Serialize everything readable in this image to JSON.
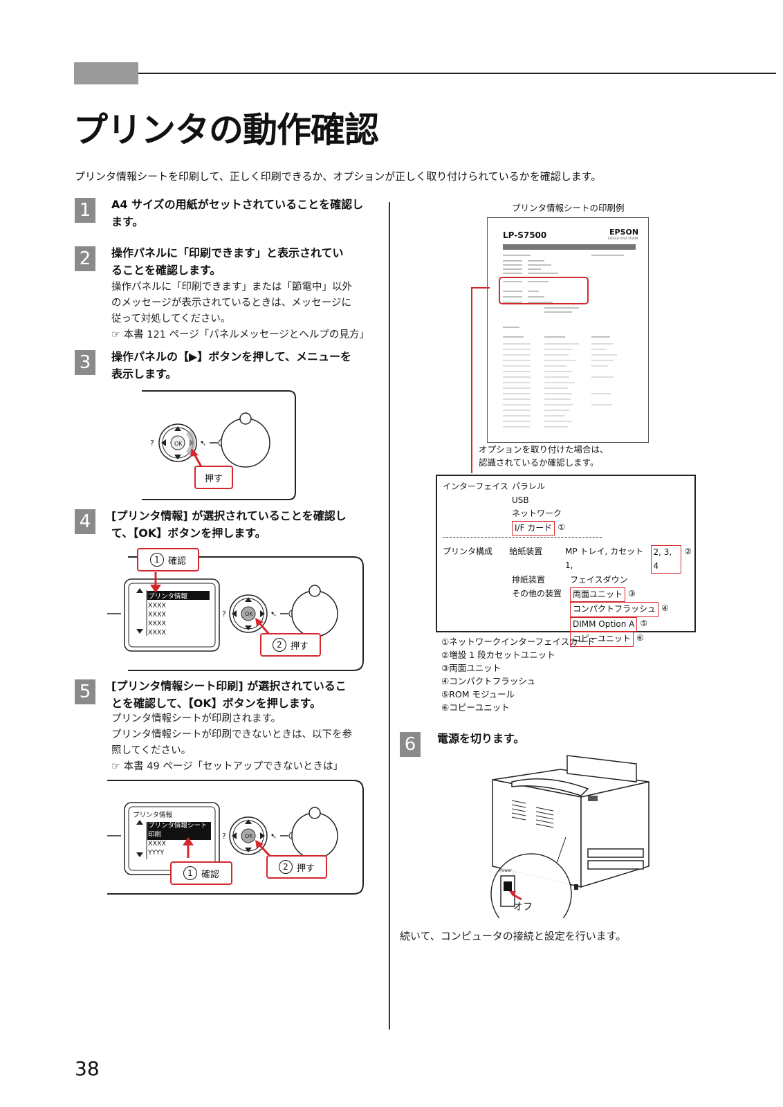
{
  "page": {
    "title": "プリンタの動作確認",
    "intro": "プリンタ情報シートを印刷して、正しく印刷できるか、オプションが正しく取り付けられているかを確認します。",
    "page_number": "38"
  },
  "steps": [
    {
      "num": "1",
      "heading": [
        "A4 サイズの用紙がセットされていることを確認し",
        "ます。"
      ]
    },
    {
      "num": "2",
      "heading": [
        "操作パネルに「印刷できます」と表示されてい",
        "ることを確認します。"
      ],
      "body": [
        "操作パネルに「印刷できます」または「節電中」以外",
        "のメッセージが表示されているときは、メッセージに",
        "従って対処してください。"
      ],
      "ref": "本書 121 ページ「パネルメッセージとヘルプの見方」"
    },
    {
      "num": "3",
      "heading": [
        "操作パネルの【▶】ボタンを押して、メニューを",
        "表示します。"
      ]
    },
    {
      "num": "4",
      "heading": [
        "[プリンタ情報] が選択されていることを確認し",
        "て、【OK】ボタンを押します。"
      ]
    },
    {
      "num": "5",
      "heading": [
        "[プリンタ情報シート印刷] が選択されているこ",
        "とを確認して、【OK】ボタンを押します。"
      ],
      "body": [
        "プリンタ情報シートが印刷されます。",
        "プリンタ情報シートが印刷できないときは、以下を参",
        "照してください。"
      ],
      "ref": "本書 49 ページ「セットアップできないときは」"
    },
    {
      "num": "6",
      "heading": [
        "電源を切ります。"
      ]
    }
  ],
  "figures": {
    "step3": {
      "press": "押す",
      "ok": "OK",
      "q": "?"
    },
    "step4": {
      "confirm": "確認",
      "press": "押す",
      "confirm_num": "1",
      "press_num": "2",
      "lcd": [
        "プリンタ情報",
        "XXXX",
        "XXXX",
        "XXXX",
        "XXXX"
      ],
      "ok": "OK",
      "q": "?"
    },
    "step5": {
      "confirm": "確認",
      "press": "押す",
      "confirm_num": "1",
      "press_num": "2",
      "lcd_title": "プリンタ情報",
      "lcd": [
        "プリンタ情報シート",
        "印刷",
        "XXXX",
        "YYYY"
      ],
      "ok": "OK",
      "q": "?"
    }
  },
  "sheet": {
    "caption": "プリンタ情報シートの印刷例",
    "model": "LP-S7500",
    "brand": "EPSON",
    "brand_tag": "EXCEED YOUR VISION",
    "callout": [
      "オプションを取り付けた場合は、",
      "認識されているか確認します。"
    ]
  },
  "options_table": {
    "rows": [
      {
        "c1": "インターフェイス",
        "c2": "パラレル",
        "c3": ""
      },
      {
        "c1": "",
        "c2": "USB",
        "c3": ""
      },
      {
        "c1": "",
        "c2": "ネットワーク",
        "c3": ""
      },
      {
        "c1": "",
        "c2": "I/F カード",
        "c3": "①"
      }
    ],
    "rows2": [
      {
        "c1": "プリンタ構成",
        "c2": "給紙装置",
        "c3": "MP トレイ, カセット 1,",
        "hl": "2, 3, 4",
        "n": "②"
      },
      {
        "c1": "",
        "c2": "排紙装置",
        "c3": "フェイスダウン",
        "hl": "",
        "n": ""
      },
      {
        "c1": "",
        "c2": "その他の装置",
        "c3": "",
        "hl": "両面ユニット",
        "n": "③"
      },
      {
        "c1": "",
        "c2": "",
        "c3": "",
        "hl": "コンパクトフラッシュ",
        "n": "④"
      },
      {
        "c1": "",
        "c2": "",
        "c3": "",
        "hl": "DIMM Option A",
        "n": "⑤"
      },
      {
        "c1": "",
        "c2": "",
        "c3": "",
        "hl": "コピーユニット",
        "n": "⑥"
      }
    ]
  },
  "legend": [
    "①ネットワークインターフェイスカード",
    "②増設 1 段カセットユニット",
    "③両面ユニット",
    "④コンパクトフラッシュ",
    "⑤ROM モジュール",
    "⑥コピーユニット"
  ],
  "printer": {
    "off_label": "オフ",
    "switch_label": "Power"
  },
  "closing": "続いて、コンピュータの接続と設定を行います。",
  "colors": {
    "accent_red": "#d4262b",
    "step_gray": "#8a8a8a"
  }
}
